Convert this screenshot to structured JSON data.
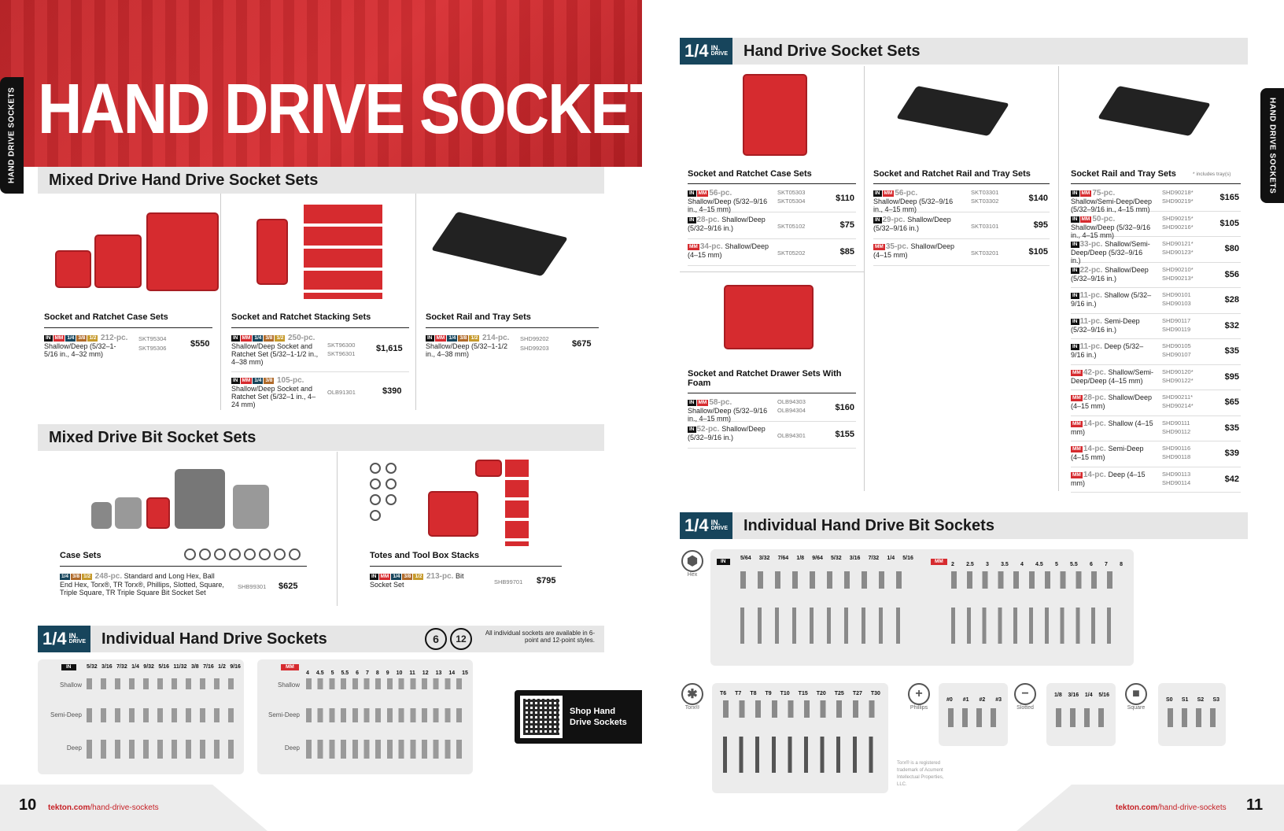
{
  "left": {
    "side_tab": "HAND DRIVE SOCKETS",
    "hero_title": "HAND DRIVE SOCKETS",
    "mixed_sets": {
      "title": "Mixed Drive Hand Drive Socket Sets",
      "case": {
        "title": "Socket and Ratchet Case Sets",
        "pcs": "212-pc.",
        "desc": "Shallow/Deep (5/32–1-5/16 in., 4–32 mm)",
        "sku1": "SKT95304",
        "sku2": "SKT95306",
        "price": "$550",
        "tags": [
          "IN",
          "MM",
          "1/4",
          "3/8",
          "1/2"
        ]
      },
      "stacking": {
        "title": "Socket and Ratchet Stacking Sets",
        "rows": [
          {
            "pcs": "250-pc.",
            "desc": "Shallow/Deep Socket and Ratchet Set (5/32–1-1/2 in., 4–38 mm)",
            "sku1": "SKT96300",
            "sku2": "SKT96301",
            "price": "$1,615",
            "tags": [
              "IN",
              "MM",
              "1/4",
              "3/8",
              "1/2"
            ]
          },
          {
            "pcs": "105-pc.",
            "desc": "Shallow/Deep Socket and Ratchet Set (5/32–1 in., 4–24 mm)",
            "sku1": "OLB91301",
            "sku2": "",
            "price": "$390",
            "tags": [
              "IN",
              "MM",
              "1/4",
              "3/8"
            ]
          }
        ]
      },
      "rail": {
        "title": "Socket Rail and Tray Sets",
        "pcs": "214-pc.",
        "desc": "Shallow/Deep (5/32–1-1/2 in., 4–38 mm)",
        "sku1": "SHD99202",
        "sku2": "SHD99203",
        "price": "$675",
        "tags": [
          "IN",
          "MM",
          "1/4",
          "3/8",
          "1/2"
        ]
      }
    },
    "bit_sets": {
      "title": "Mixed Drive Bit Socket Sets",
      "case": {
        "title": "Case Sets",
        "pcs": "248-pc.",
        "desc": "Standard and Long Hex, Ball End Hex, Torx®, TR Torx®, Phillips, Slotted, Square, Triple Square, TR Triple Square Bit Socket Set",
        "sku": "SHB99301",
        "price": "$625",
        "tags": [
          "1/4",
          "3/8",
          "1/2"
        ]
      },
      "totes": {
        "title": "Totes and Tool Box Stacks",
        "pcs": "213-pc.",
        "desc": "Bit Socket Set",
        "sku": "SHB99701",
        "price": "$795",
        "tags": [
          "IN",
          "MM",
          "1/4",
          "3/8",
          "1/2"
        ]
      }
    },
    "individual": {
      "badge": "1/4",
      "badge_in": "IN.",
      "badge_drive": "DRIVE",
      "title": "Individual Hand Drive Sockets",
      "pt6": "6",
      "pt12": "12",
      "note": "All individual sockets are available in 6-point and 12-point styles.",
      "in_tag": "IN",
      "mm_tag": "MM",
      "rows": [
        "Shallow",
        "Semi-Deep",
        "Deep"
      ],
      "in_sizes": [
        "5/32",
        "3/16",
        "7/32",
        "1/4",
        "9/32",
        "5/16",
        "11/32",
        "3/8",
        "7/16",
        "1/2",
        "9/16"
      ],
      "mm_sizes": [
        "4",
        "4.5",
        "5",
        "5.5",
        "6",
        "7",
        "8",
        "9",
        "10",
        "11",
        "12",
        "13",
        "14",
        "15"
      ]
    },
    "qr": {
      "line1": "Shop Hand",
      "line2": "Drive Sockets"
    },
    "footer": {
      "page": "10",
      "url_a": "tekton.com",
      "url_b": "/hand-drive-sockets"
    }
  },
  "right": {
    "side_tab": "HAND DRIVE SOCKETS",
    "sets": {
      "badge": "1/4",
      "badge_in": "IN.",
      "badge_drive": "DRIVE",
      "title": "Hand Drive Socket Sets",
      "case": {
        "title": "Socket and Ratchet Case Sets",
        "rows": [
          {
            "tags": [
              "IN",
              "MM"
            ],
            "pcs": "56-pc.",
            "desc": "Shallow/Deep (5/32–9/16 in., 4–15 mm)",
            "sku1": "SKT05303",
            "sku2": "SKT05304",
            "price": "$110"
          },
          {
            "tags": [
              "IN"
            ],
            "pcs": "28-pc.",
            "desc": "Shallow/Deep (5/32–9/16 in.)",
            "sku1": "SKT05102",
            "sku2": "",
            "price": "$75"
          },
          {
            "tags": [
              "MM"
            ],
            "pcs": "34-pc.",
            "desc": "Shallow/Deep (4–15 mm)",
            "sku1": "SKT05202",
            "sku2": "",
            "price": "$85"
          }
        ]
      },
      "rail": {
        "title": "Socket and Ratchet Rail and Tray Sets",
        "rows": [
          {
            "tags": [
              "IN",
              "MM"
            ],
            "pcs": "56-pc.",
            "desc": "Shallow/Deep (5/32–9/16 in., 4–15 mm)",
            "sku1": "SKT03301",
            "sku2": "SKT03302",
            "price": "$140"
          },
          {
            "tags": [
              "IN"
            ],
            "pcs": "29-pc.",
            "desc": "Shallow/Deep (5/32–9/16 in.)",
            "sku1": "SKT03101",
            "sku2": "",
            "price": "$95"
          },
          {
            "tags": [
              "MM"
            ],
            "pcs": "35-pc.",
            "desc": "Shallow/Deep (4–15 mm)",
            "sku1": "SKT03201",
            "sku2": "",
            "price": "$105"
          }
        ]
      },
      "drawer": {
        "title": "Socket and Ratchet Drawer Sets With Foam",
        "rows": [
          {
            "tags": [
              "IN",
              "MM"
            ],
            "pcs": "58-pc.",
            "desc": "Shallow/Deep (5/32–9/16 in., 4–15 mm)",
            "sku1": "OLB94303",
            "sku2": "OLB94304",
            "price": "$160"
          },
          {
            "tags": [
              "IN"
            ],
            "pcs": "52-pc.",
            "desc": "Shallow/Deep (5/32–9/16 in.)",
            "sku1": "OLB94301",
            "sku2": "",
            "price": "$155"
          }
        ]
      },
      "tray": {
        "title": "Socket Rail and Tray Sets",
        "note": "* includes tray(s)",
        "rows": [
          {
            "tags": [
              "IN",
              "MM"
            ],
            "pcs": "75-pc.",
            "desc": "Shallow/Semi-Deep/Deep (5/32–9/16 in., 4–15 mm)",
            "sku1": "SHD90218*",
            "sku2": "SHD90219*",
            "price": "$165"
          },
          {
            "tags": [
              "IN",
              "MM"
            ],
            "pcs": "50-pc.",
            "desc": "Shallow/Deep (5/32–9/16 in., 4–15 mm)",
            "sku1": "SHD90215*",
            "sku2": "SHD90216*",
            "price": "$105"
          },
          {
            "tags": [
              "IN"
            ],
            "pcs": "33-pc.",
            "desc": "Shallow/Semi-Deep/Deep (5/32–9/16 in.)",
            "sku1": "SHD90121*",
            "sku2": "SHD90123*",
            "price": "$80"
          },
          {
            "tags": [
              "IN"
            ],
            "pcs": "22-pc.",
            "desc": "Shallow/Deep (5/32–9/16 in.)",
            "sku1": "SHD90210*",
            "sku2": "SHD90213*",
            "price": "$56"
          },
          {
            "tags": [
              "IN"
            ],
            "pcs": "11-pc.",
            "desc": "Shallow (5/32–9/16 in.)",
            "sku1": "SHD90101",
            "sku2": "SHD90103",
            "price": "$28"
          },
          {
            "tags": [
              "IN"
            ],
            "pcs": "11-pc.",
            "desc": "Semi-Deep (5/32–9/16 in.)",
            "sku1": "SHD90117",
            "sku2": "SHD90119",
            "price": "$32"
          },
          {
            "tags": [
              "IN"
            ],
            "pcs": "11-pc.",
            "desc": "Deep (5/32–9/16 in.)",
            "sku1": "SHD90105",
            "sku2": "SHD90107",
            "price": "$35"
          },
          {
            "tags": [
              "MM"
            ],
            "pcs": "42-pc.",
            "desc": "Shallow/Semi-Deep/Deep (4–15 mm)",
            "sku1": "SHD90120*",
            "sku2": "SHD90122*",
            "price": "$95"
          },
          {
            "tags": [
              "MM"
            ],
            "pcs": "28-pc.",
            "desc": "Shallow/Deep (4–15 mm)",
            "sku1": "SHD90211*",
            "sku2": "SHD90214*",
            "price": "$65"
          },
          {
            "tags": [
              "MM"
            ],
            "pcs": "14-pc.",
            "desc": "Shallow (4–15 mm)",
            "sku1": "SHD90111",
            "sku2": "SHD90112",
            "price": "$35"
          },
          {
            "tags": [
              "MM"
            ],
            "pcs": "14-pc.",
            "desc": "Semi-Deep (4–15 mm)",
            "sku1": "SHD90116",
            "sku2": "SHD90118",
            "price": "$39"
          },
          {
            "tags": [
              "MM"
            ],
            "pcs": "14-pc.",
            "desc": "Deep (4–15 mm)",
            "sku1": "SHD90113",
            "sku2": "SHD90114",
            "price": "$42"
          }
        ]
      }
    },
    "bits": {
      "badge": "1/4",
      "badge_in": "IN.",
      "badge_drive": "DRIVE",
      "title": "Individual Hand Drive Bit Sockets",
      "hex": "Hex",
      "torx": "Torx®",
      "phillips": "Phillips",
      "slotted": "Slotted",
      "square": "Square",
      "hex_in_tag": "IN",
      "hex_mm_tag": "MM",
      "hex_in": [
        "5/64",
        "3/32",
        "7/64",
        "1/8",
        "9/64",
        "5/32",
        "3/16",
        "7/32",
        "1/4",
        "5/16"
      ],
      "hex_mm": [
        "2",
        "2.5",
        "3",
        "3.5",
        "4",
        "4.5",
        "5",
        "5.5",
        "6",
        "7",
        "8"
      ],
      "torx_sizes": [
        "T6",
        "T7",
        "T8",
        "T9",
        "T10",
        "T15",
        "T20",
        "T25",
        "T27",
        "T30"
      ],
      "phillips_sizes": [
        "#0",
        "#1",
        "#2",
        "#3"
      ],
      "slotted_sizes": [
        "1/8",
        "3/16",
        "1/4",
        "5/16"
      ],
      "square_sizes": [
        "S0",
        "S1",
        "S2",
        "S3"
      ],
      "torx_note": "Torx® is a registered trademark of Acument Intellectual Properties, LLC."
    },
    "footer": {
      "page": "11",
      "url_a": "tekton.com",
      "url_b": "/hand-drive-sockets"
    }
  },
  "colors": {
    "brand_red": "#d62b2f",
    "drive_blue": "#17455c",
    "section_grey": "#e6e6e6"
  }
}
